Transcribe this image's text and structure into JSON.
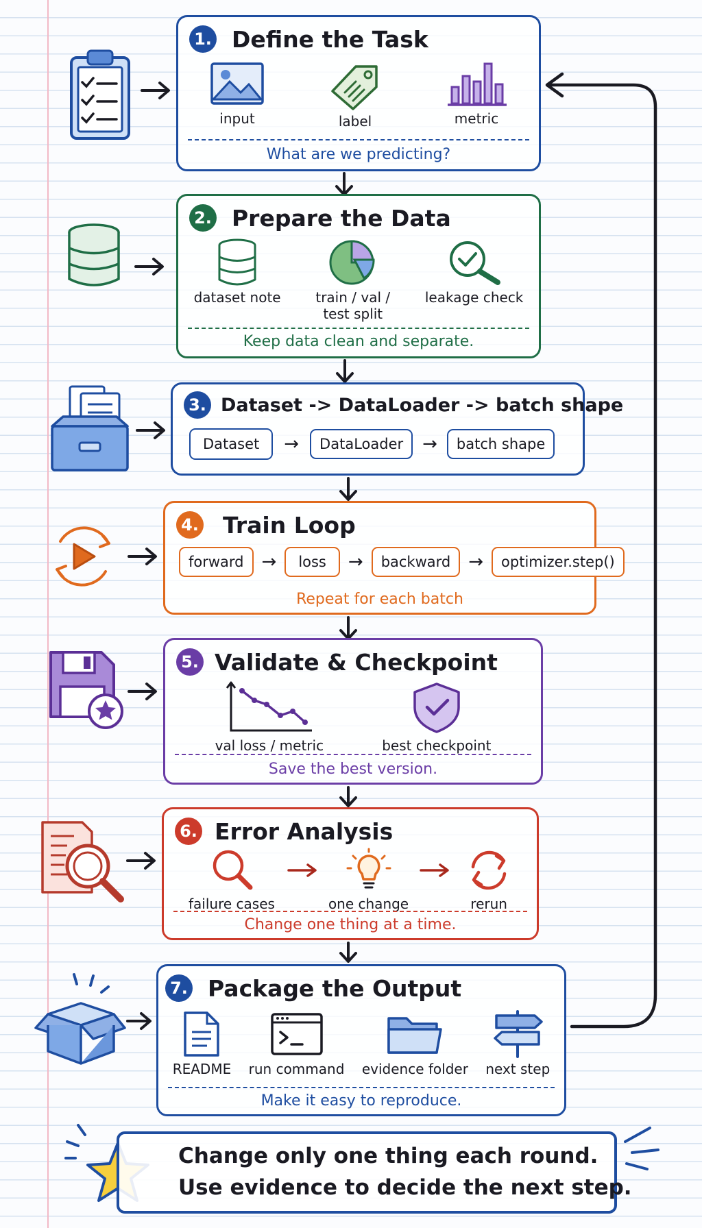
{
  "steps": [
    {
      "number": "1.",
      "title": "Define the Task",
      "items": [
        "input",
        "label",
        "metric"
      ],
      "caption": "What are we predicting?",
      "color": "#1e4da0"
    },
    {
      "number": "2.",
      "title": "Prepare the Data",
      "items": [
        "dataset note",
        "train / val / test split",
        "leakage check"
      ],
      "caption": "Keep data clean and separate.",
      "color": "#1f6e46"
    },
    {
      "number": "3.",
      "title": "Dataset -> DataLoader -> batch shape",
      "flow": [
        "Dataset",
        "DataLoader",
        "batch shape"
      ],
      "color": "#1e4da0"
    },
    {
      "number": "4.",
      "title": "Train Loop",
      "flow": [
        "forward",
        "loss",
        "backward",
        "optimizer.step()"
      ],
      "caption": "Repeat for each batch",
      "color": "#e06a1e"
    },
    {
      "number": "5.",
      "title": "Validate & Checkpoint",
      "items": [
        "val loss / metric",
        "best checkpoint"
      ],
      "caption": "Save the best version.",
      "color": "#6a3da6"
    },
    {
      "number": "6.",
      "title": "Error Analysis",
      "items": [
        "failure cases",
        "one change",
        "rerun"
      ],
      "caption": "Change one thing at a time.",
      "color": "#cc3b2b"
    },
    {
      "number": "7.",
      "title": "Package the Output",
      "items": [
        "README",
        "run command",
        "evidence folder",
        "next step"
      ],
      "caption": "Make it easy to reproduce.",
      "color": "#1e4da0"
    }
  ],
  "flow_arrow": "→",
  "footer": {
    "line1": "Change only one thing each round.",
    "line2": "Use evidence to decide the next step."
  }
}
